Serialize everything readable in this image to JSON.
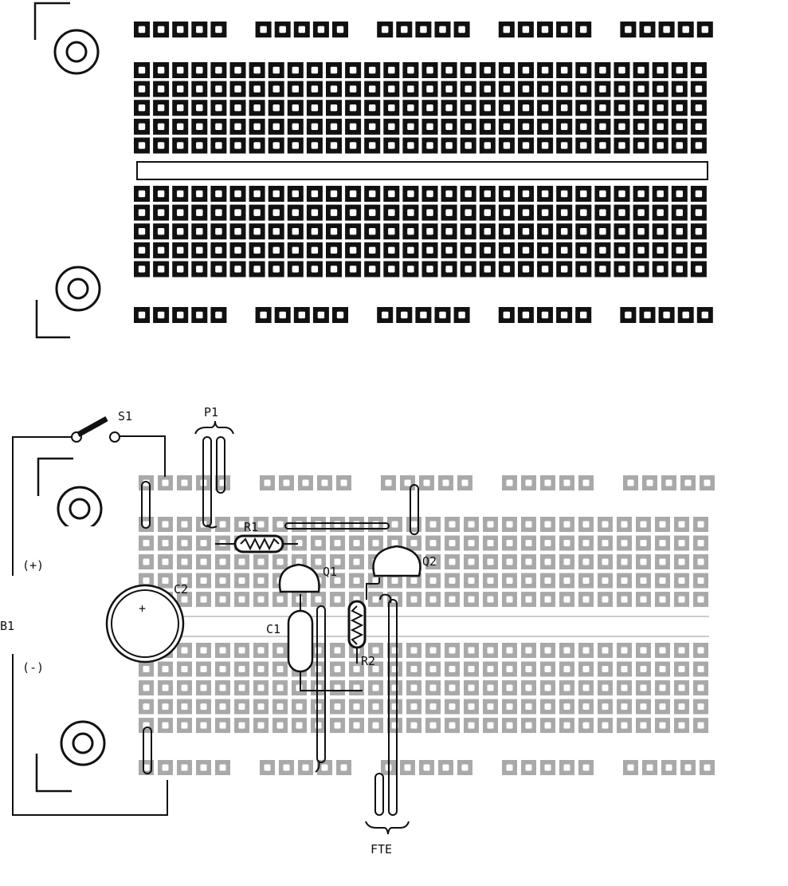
{
  "labels": {
    "s1": "S1",
    "p1": "P1",
    "r1": "R1",
    "q1": "Q1",
    "q2": "Q2",
    "c2": "C2",
    "c1": "C1",
    "r2": "R2",
    "b1": "B1",
    "plus": "(+)",
    "minus": "(-)",
    "fte": "FTE",
    "c2_polarity": "+"
  },
  "colors": {
    "ink": "#111111",
    "board_faded": "#a9a9a9",
    "hole": "#ffffff"
  }
}
